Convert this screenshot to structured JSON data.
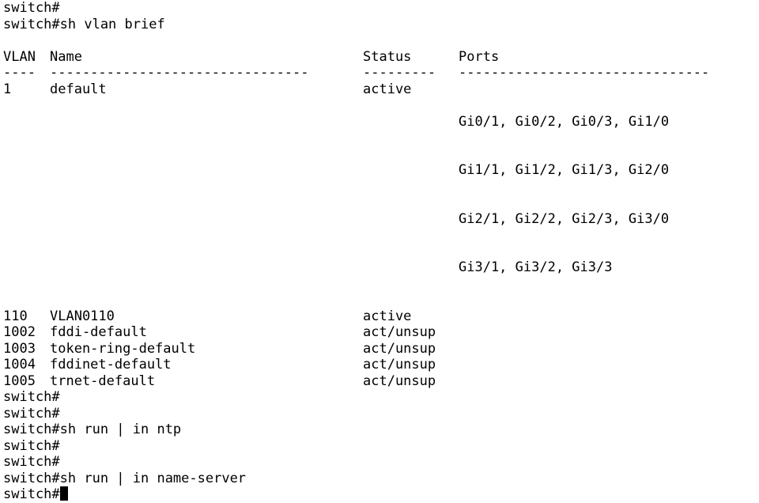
{
  "terminal": {
    "pre_lines": [
      "switch#",
      "switch#sh vlan brief"
    ],
    "header": {
      "vlan": "VLAN",
      "name": "Name",
      "status": "Status",
      "ports": "Ports"
    },
    "separator": {
      "vlan": "----",
      "name": "--------------------------------",
      "status": "---------",
      "ports": "-------------------------------"
    },
    "rows": [
      {
        "vlan": "1",
        "name": "default",
        "status": "active",
        "ports": [
          "Gi0/1, Gi0/2, Gi0/3, Gi1/0",
          "Gi1/1, Gi1/2, Gi1/3, Gi2/0",
          "Gi2/1, Gi2/2, Gi2/3, Gi3/0",
          "Gi3/1, Gi3/2, Gi3/3"
        ]
      },
      {
        "vlan": "110",
        "name": "VLAN0110",
        "status": "active",
        "ports": []
      },
      {
        "vlan": "1002",
        "name": "fddi-default",
        "status": "act/unsup",
        "ports": []
      },
      {
        "vlan": "1003",
        "name": "token-ring-default",
        "status": "act/unsup",
        "ports": []
      },
      {
        "vlan": "1004",
        "name": "fddinet-default",
        "status": "act/unsup",
        "ports": []
      },
      {
        "vlan": "1005",
        "name": "trnet-default",
        "status": "act/unsup",
        "ports": []
      }
    ],
    "post_lines": [
      "switch#",
      "switch#",
      "switch#sh run | in ntp",
      "switch#",
      "switch#",
      "switch#sh run | in name-server"
    ],
    "prompt": "switch#"
  }
}
